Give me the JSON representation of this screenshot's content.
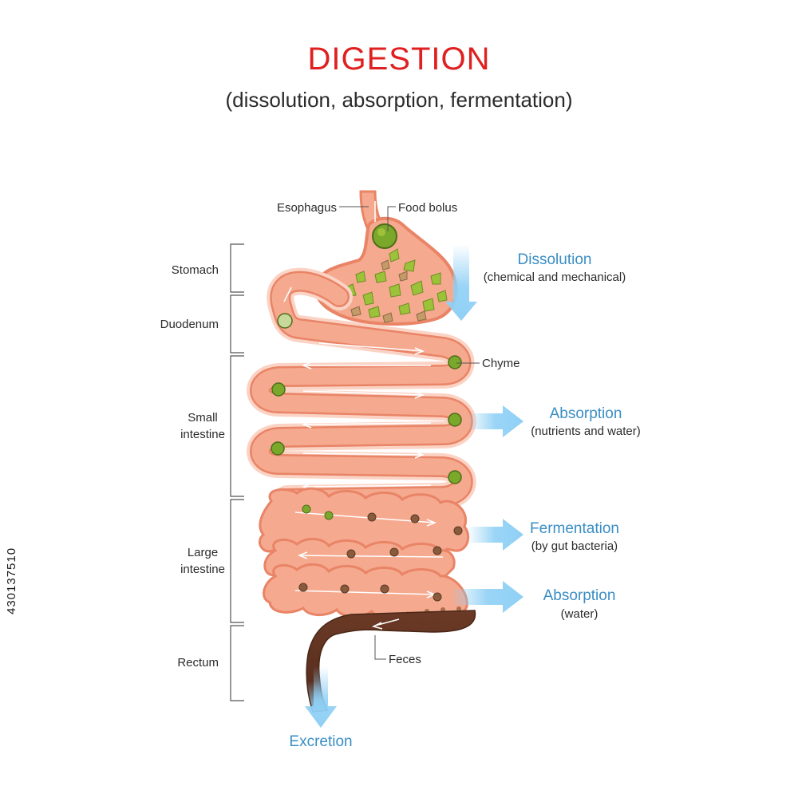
{
  "title": "DIGESTION",
  "subtitle": "(dissolution, absorption, fermentation)",
  "watermark_id": "430137510",
  "colors": {
    "title": "#e02020",
    "process": "#3a8ec4",
    "intestine_fill": "#f5a98f",
    "intestine_outline": "#e98466",
    "intestine_glow": "#fbd3c5",
    "arrow": "#8fd0f5",
    "feces": "#6b3a26",
    "food": "#9cc23a"
  },
  "sections": {
    "stomach": "Stomach",
    "duodenum": "Duodenum",
    "small_intestine_1": "Small",
    "small_intestine_2": "intestine",
    "large_intestine_1": "Large",
    "large_intestine_2": "intestine",
    "rectum": "Rectum"
  },
  "parts": {
    "esophagus": "Esophagus",
    "food_bolus": "Food bolus",
    "chyme": "Chyme",
    "feces": "Feces"
  },
  "processes": {
    "dissolution": {
      "name": "Dissolution",
      "detail": "(chemical and mechanical)"
    },
    "absorption_nutrients": {
      "name": "Absorption",
      "detail": "(nutrients and water)"
    },
    "fermentation": {
      "name": "Fermentation",
      "detail": "(by gut bacteria)"
    },
    "absorption_water": {
      "name": "Absorption",
      "detail": "(water)"
    },
    "excretion": {
      "name": "Excretion"
    }
  }
}
